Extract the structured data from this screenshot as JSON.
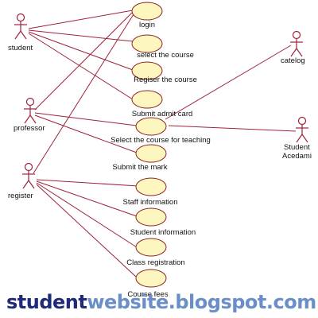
{
  "actors": {
    "student": "student",
    "professor": "professor",
    "register": "register",
    "catelog": "catelog",
    "student_acedamic_1": "Student",
    "student_acedamic_2": "Acedami"
  },
  "use_cases": {
    "login": "login",
    "select_course": "select the course",
    "register_course": "Regiser the course",
    "submit_admit_card": "Submit admit card",
    "select_course_teaching": "Select the course for teaching",
    "submit_mark": "Submit the mark",
    "staff_information": "Staff information",
    "student_information": "Student information",
    "class_registration": "Class registration",
    "course_fees": "Course fees"
  },
  "watermark": {
    "part1": "student",
    "part2": "website.blogspot.com"
  },
  "colors": {
    "line": "#a0223a",
    "usecase_fill": "#fdf7bf",
    "watermark_dark": "#1f2a78",
    "watermark_light": "#6a8ec8"
  }
}
